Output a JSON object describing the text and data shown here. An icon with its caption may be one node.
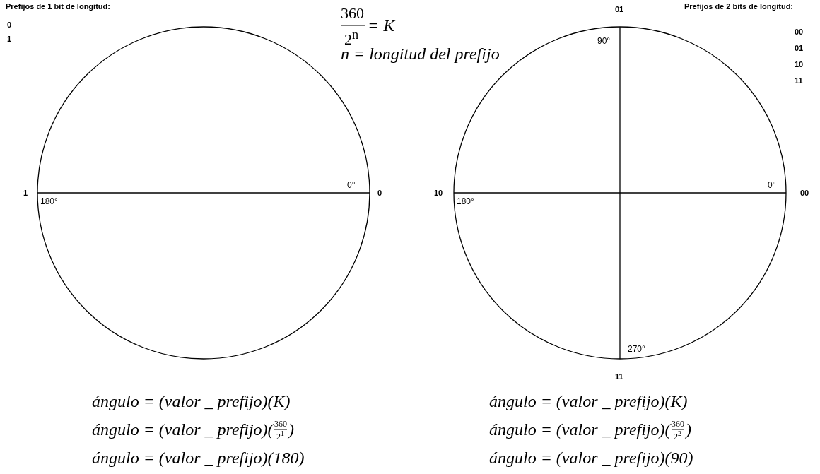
{
  "diagram": {
    "labels": [
      "Prefijos de 1 bit de longitud:",
      "0",
      "1",
      "360",
      "2$^{n}$",
      "= K",
      "n = longitud del prefijo",
      "01",
      "Prefijos de 2 bits de longitud:",
      "00",
      "01",
      "10",
      "11",
      "90°",
      "1",
      "0°",
      "0",
      "10",
      "0°",
      "00",
      "180°",
      "180°",
      "270°",
      "11",
      "ángulo = (valor _ prefijo)(K)",
      "ángulo = (valor _ prefijo)(K)",
      "ángulo = (valor _ prefijo)(",
      "360",
      "2$^{1}$",
      ")",
      "ángulo = (valor _ prefijo)(",
      "360",
      "2$^{2}$",
      ")",
      "ángulo = (valor _ prefijo)(180)",
      "ángulo = (valor _ prefijo)(90)"
    ]
  }
}
